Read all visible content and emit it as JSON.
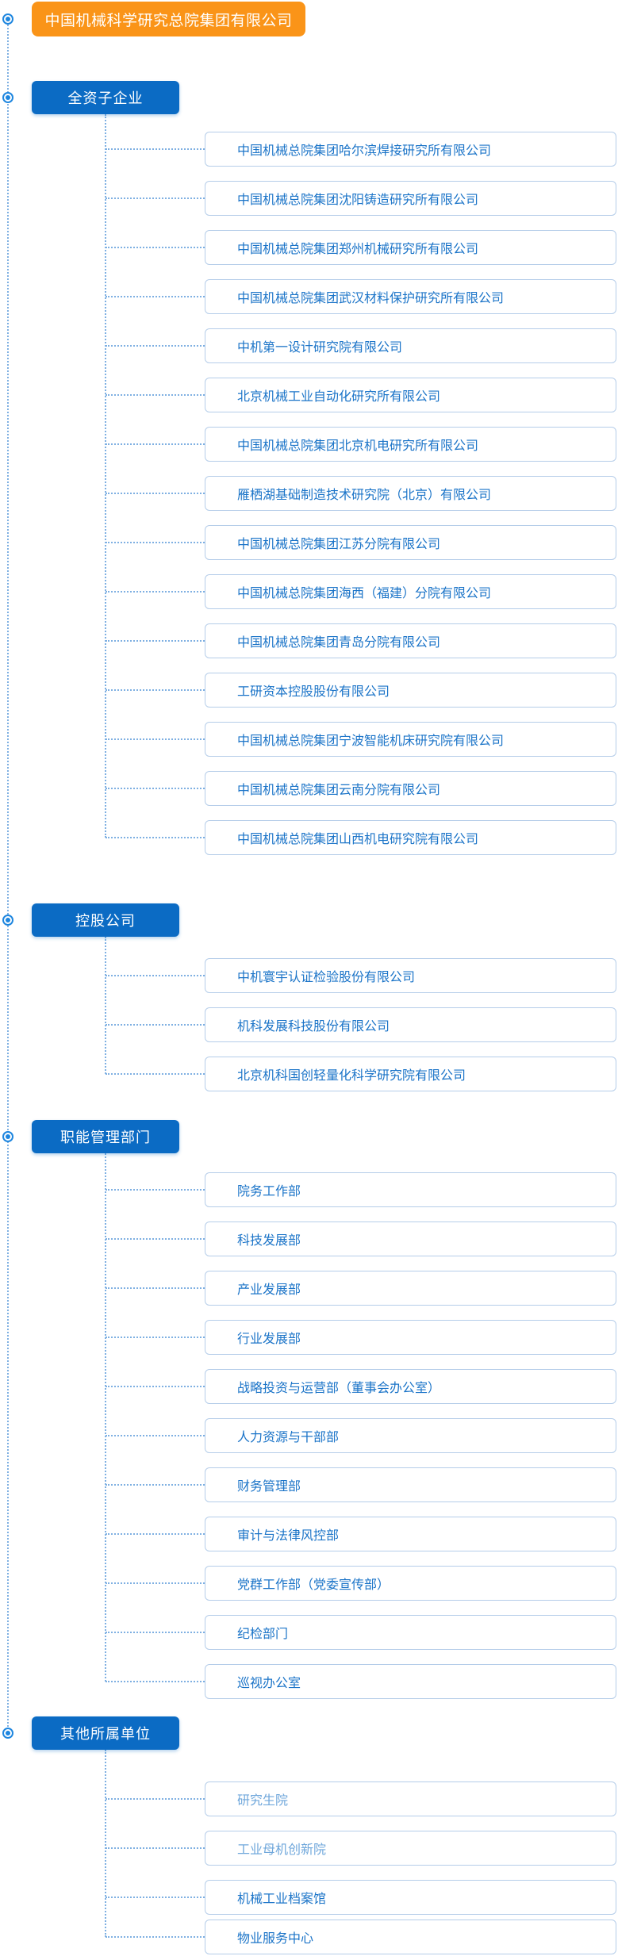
{
  "colors": {
    "root_bg": "#FA9418",
    "section_bg": "#0B6BC4",
    "item_text": "#1B74C8",
    "item_text_muted": "#6FA7DB",
    "item_border": "#B5CDE9",
    "connector_dots": "#7FB0E2",
    "node_icon": "#1E86DF"
  },
  "root": {
    "label": "中国机械科学研究总院集团有限公司"
  },
  "sections": [
    {
      "name": "wholly-owned-subsidiaries",
      "label": "全资子企业",
      "items": [
        {
          "label": "中国机械总院集团哈尔滨焊接研究所有限公司"
        },
        {
          "label": "中国机械总院集团沈阳铸造研究所有限公司"
        },
        {
          "label": "中国机械总院集团郑州机械研究所有限公司"
        },
        {
          "label": "中国机械总院集团武汉材料保护研究所有限公司"
        },
        {
          "label": "中机第一设计研究院有限公司"
        },
        {
          "label": "北京机械工业自动化研究所有限公司"
        },
        {
          "label": "中国机械总院集团北京机电研究所有限公司"
        },
        {
          "label": "雁栖湖基础制造技术研究院（北京）有限公司"
        },
        {
          "label": "中国机械总院集团江苏分院有限公司"
        },
        {
          "label": "中国机械总院集团海西（福建）分院有限公司"
        },
        {
          "label": "中国机械总院集团青岛分院有限公司"
        },
        {
          "label": "工研资本控股股份有限公司"
        },
        {
          "label": "中国机械总院集团宁波智能机床研究院有限公司"
        },
        {
          "label": "中国机械总院集团云南分院有限公司"
        },
        {
          "label": "中国机械总院集团山西机电研究院有限公司"
        }
      ]
    },
    {
      "name": "holding-companies",
      "label": "控股公司",
      "items": [
        {
          "label": "中机寰宇认证检验股份有限公司"
        },
        {
          "label": "机科发展科技股份有限公司"
        },
        {
          "label": "北京机科国创轻量化科学研究院有限公司"
        }
      ]
    },
    {
      "name": "functional-departments",
      "label": "职能管理部门",
      "items": [
        {
          "label": "院务工作部"
        },
        {
          "label": "科技发展部"
        },
        {
          "label": "产业发展部"
        },
        {
          "label": "行业发展部"
        },
        {
          "label": "战略投资与运营部（董事会办公室）"
        },
        {
          "label": "人力资源与干部部"
        },
        {
          "label": "财务管理部"
        },
        {
          "label": "审计与法律风控部"
        },
        {
          "label": "党群工作部（党委宣传部）"
        },
        {
          "label": "纪检部门"
        },
        {
          "label": "巡视办公室"
        }
      ]
    },
    {
      "name": "other-affiliated-units",
      "label": "其他所属单位",
      "items": [
        {
          "label": "研究生院",
          "muted": true
        },
        {
          "label": "工业母机创新院",
          "muted": true
        },
        {
          "label": "机械工业档案馆"
        },
        {
          "label": "物业服务中心"
        }
      ]
    }
  ]
}
